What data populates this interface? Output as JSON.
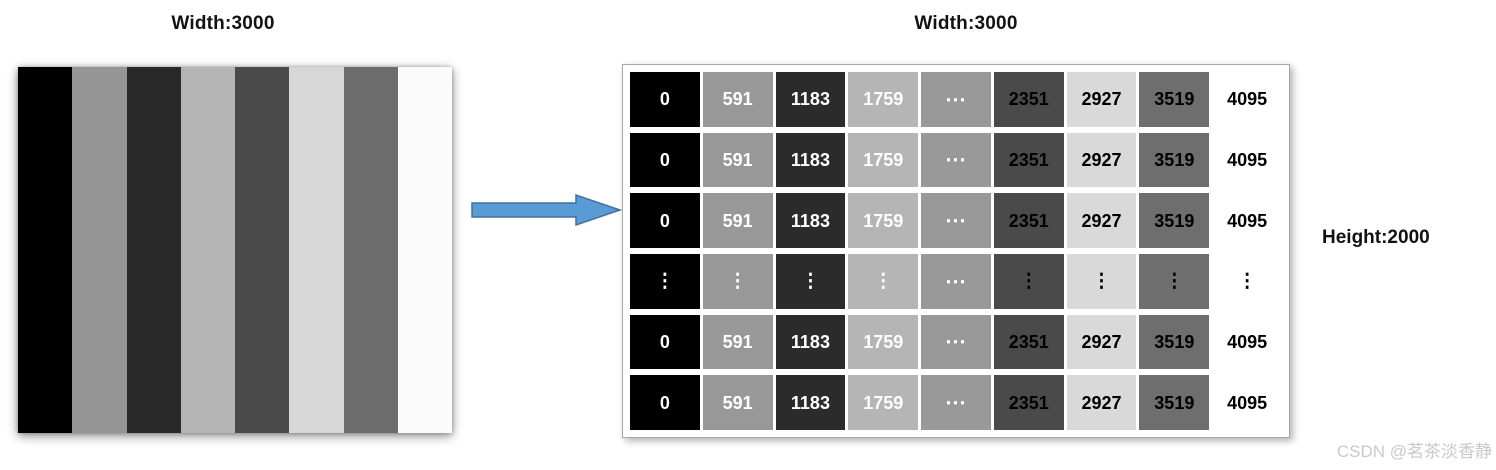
{
  "left_panel": {
    "title": "Width:3000",
    "bar_colors": [
      "#000000",
      "#959595",
      "#292929",
      "#b4b4b4",
      "#4a4a4a",
      "#d7d7d7",
      "#6c6c6c",
      "#fbfbfb"
    ]
  },
  "arrow": {
    "fill": "#5b9bd5",
    "stroke": "#41719c"
  },
  "right_panel": {
    "title": "Width:3000",
    "height_label": "Height:2000",
    "matrix": {
      "columns": [
        {
          "label": "0",
          "bg": "#000000",
          "fg": "#ffffff"
        },
        {
          "label": "591",
          "bg": "#989898",
          "fg": "#ffffff"
        },
        {
          "label": "1183",
          "bg": "#2b2b2b",
          "fg": "#ffffff"
        },
        {
          "label": "1759",
          "bg": "#b5b5b5",
          "fg": "#ffffff"
        },
        {
          "label": "⋯",
          "bg": "#999999",
          "fg": "#ffffff"
        },
        {
          "label": "2351",
          "bg": "#4a4a4a",
          "fg": "#000000"
        },
        {
          "label": "2927",
          "bg": "#d9d9d9",
          "fg": "#000000"
        },
        {
          "label": "3519",
          "bg": "#6e6e6e",
          "fg": "#000000"
        },
        {
          "label": "4095",
          "bg": "#ffffff",
          "fg": "#000000"
        }
      ],
      "row_types": [
        "values",
        "values",
        "values",
        "ellipsis",
        "values",
        "values"
      ],
      "ellipsis_vertical": "⋮",
      "ellipsis_horizontal": "⋯"
    }
  },
  "watermark": "CSDN @茗茶淡香静"
}
